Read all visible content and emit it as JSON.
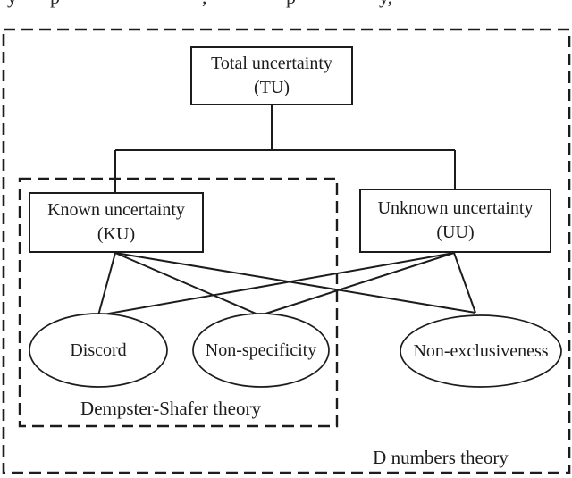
{
  "colors": {
    "ink": "#1c1c1c",
    "background": "#ffffff"
  },
  "cropped_top_text": {
    "description": "partial descenders of text cut off at top edge of figure",
    "fragments": [
      "y",
      "p",
      ",",
      "p",
      "y,"
    ]
  },
  "diagram": {
    "nodes": {
      "tu": {
        "title": "Total uncertainty",
        "abbr": "(TU)"
      },
      "ku": {
        "title": "Known uncertainty",
        "abbr": "(KU)"
      },
      "uu": {
        "title": "Unknown uncertainty",
        "abbr": "(UU)"
      },
      "discord": {
        "label": "Discord"
      },
      "nonspec": {
        "label": "Non-specificity"
      },
      "nonexcl": {
        "label": "Non-exclusiveness"
      }
    },
    "groups": {
      "dempster_shafer": {
        "label": "Dempster-Shafer theory"
      },
      "d_numbers": {
        "label": "D numbers theory"
      }
    },
    "edges": [
      {
        "from": "tu",
        "to": "ku"
      },
      {
        "from": "tu",
        "to": "uu"
      },
      {
        "from": "ku",
        "to": "discord"
      },
      {
        "from": "ku",
        "to": "nonspec"
      },
      {
        "from": "ku",
        "to": "nonexcl"
      },
      {
        "from": "uu",
        "to": "discord"
      },
      {
        "from": "uu",
        "to": "nonspec"
      },
      {
        "from": "uu",
        "to": "nonexcl"
      }
    ]
  }
}
